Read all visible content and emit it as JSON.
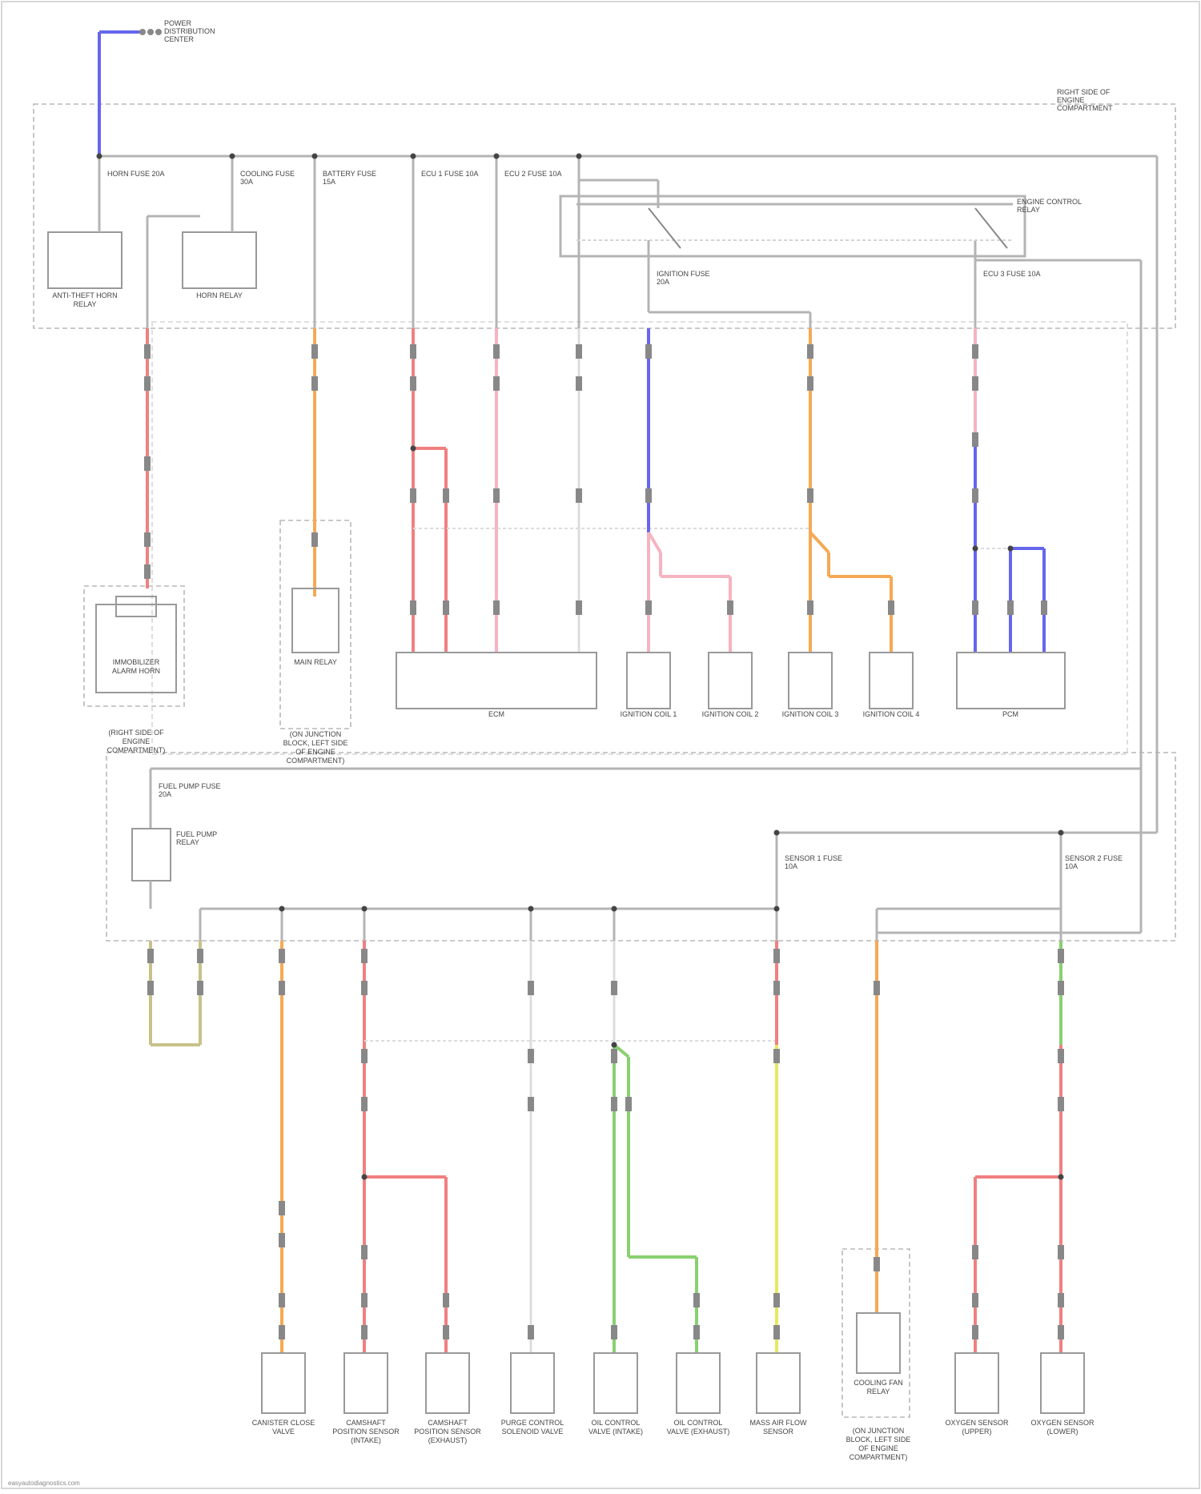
{
  "diagram": {
    "title": "",
    "colors": {
      "red": "#f08080",
      "pink": "#f6b3c0",
      "blue": "#6666ee",
      "orange": "#f5a955",
      "green": "#88d070",
      "yellow": "#e8e860",
      "tan": "#c8c28a",
      "grey": "#b4b4b4",
      "white": "#dcdcdc",
      "box": "#999999",
      "dashed": "#b8b8b8"
    },
    "top_source": {
      "label": "POWER DISTRIBUTION CENTER"
    },
    "fusebox_label": "RIGHT SIDE OF ENGINE COMPARTMENT",
    "fuses": [
      {
        "label": "HORN FUSE 20A"
      },
      {
        "label": "COOLING FUSE 30A"
      },
      {
        "label": "BATTERY FUSE 15A"
      },
      {
        "label": "ECU 1 FUSE 10A"
      },
      {
        "label": "ECU 2 FUSE 10A"
      },
      {
        "label": "IGNITION FUSE 20A"
      },
      {
        "label": "ECU 3 FUSE 10A"
      },
      {
        "label": "FUEL PUMP FUSE 20A"
      },
      {
        "label": "SENSOR 1 FUSE 10A"
      },
      {
        "label": "SENSOR 2 FUSE 10A"
      }
    ],
    "relays": [
      {
        "label": "ANTI-THEFT HORN RELAY"
      },
      {
        "label": "HORN RELAY"
      },
      {
        "label": "ENGINE CONTROL RELAY"
      },
      {
        "label": "FUEL PUMP RELAY"
      }
    ],
    "components_top": [
      {
        "label": "IMMOBILIZER ALARM HORN"
      },
      {
        "label": "MAIN RELAY"
      },
      {
        "label": "ECM"
      },
      {
        "label": "IGNITION COIL 1"
      },
      {
        "label": "IGNITION COIL 2"
      },
      {
        "label": "IGNITION COIL 3"
      },
      {
        "label": "IGNITION COIL 4"
      },
      {
        "label": "PCM"
      }
    ],
    "locations_top": [
      {
        "label": "(RIGHT SIDE OF ENGINE COMPARTMENT)"
      },
      {
        "label": "(ON JUNCTION BLOCK, LEFT SIDE OF ENGINE COMPARTMENT)"
      }
    ],
    "components_bottom": [
      {
        "label": "CANISTER CLOSE VALVE"
      },
      {
        "label": "CAMSHAFT POSITION SENSOR (INTAKE)"
      },
      {
        "label": "CAMSHAFT POSITION SENSOR (EXHAUST)"
      },
      {
        "label": "PURGE CONTROL SOLENOID VALVE"
      },
      {
        "label": "OIL CONTROL VALVE (INTAKE)"
      },
      {
        "label": "OIL CONTROL VALVE (EXHAUST)"
      },
      {
        "label": "MASS AIR FLOW SENSOR"
      },
      {
        "label": "COOLING FAN RELAY"
      },
      {
        "label": "OXYGEN SENSOR (UPPER)"
      },
      {
        "label": "OXYGEN SENSOR (LOWER)"
      }
    ],
    "locations_bottom": [
      {
        "label": "(ON JUNCTION BLOCK, LEFT SIDE OF ENGINE COMPARTMENT)"
      }
    ],
    "credit": "easyautodiagnostics.com"
  }
}
